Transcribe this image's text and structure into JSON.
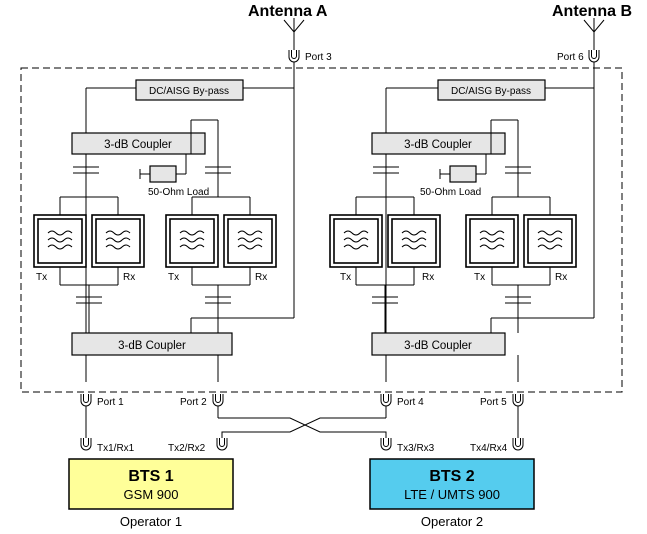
{
  "antennas": {
    "a": "Antenna A",
    "b": "Antenna B"
  },
  "ports": {
    "p1": "Port 1",
    "p2": "Port 2",
    "p3": "Port 3",
    "p4": "Port 4",
    "p5": "Port 5",
    "p6": "Port 6"
  },
  "bypass_label": "DC/AISG By-pass",
  "coupler_label": "3-dB Coupler",
  "load_label": "50-Ohm Load",
  "tx_label": "Tx",
  "rx_label": "Rx",
  "connections": {
    "c1": "Tx1/Rx1",
    "c2": "Tx2/Rx2",
    "c3": "Tx3/Rx3",
    "c4": "Tx4/Rx4"
  },
  "bts1": {
    "title": "BTS 1",
    "subtitle": "GSM 900",
    "operator": "Operator 1",
    "color": "#ffff99"
  },
  "bts2": {
    "title": "BTS 2",
    "subtitle": "LTE / UMTS 900",
    "operator": "Operator 2",
    "color": "#55ccee"
  }
}
